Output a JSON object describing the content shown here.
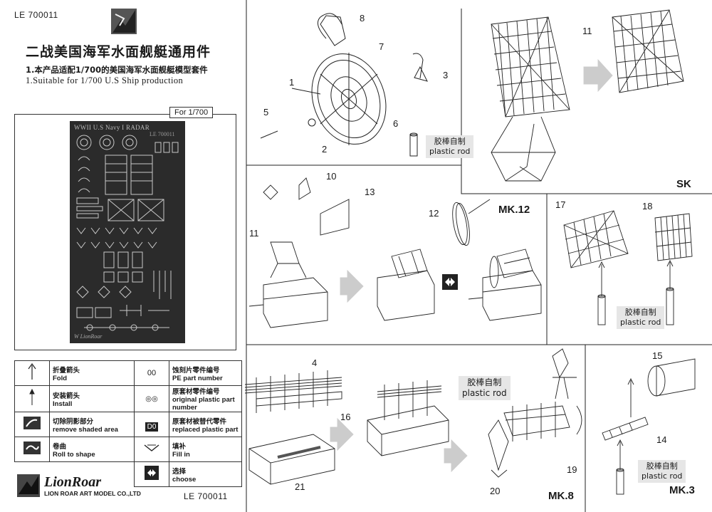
{
  "header": {
    "code_top": "LE 700011",
    "title_cn": "二战美国海军水面舰艇通用件",
    "line1_cn": "1.本产品适配1/700的美国海军水面舰艇模型套件",
    "line2_en": "1.Suitable for  1/700  U.S Ship  production"
  },
  "fret": {
    "scale_label": "For  1/700",
    "fret_title": "WWII  U.S  Navy  I   RADAR",
    "fret_code": "LE 700011",
    "fret_brand": "W LionRoar"
  },
  "legend": [
    {
      "icon": "fold-arrow-icon",
      "cn": "折叠箭头",
      "en": "Fold"
    },
    {
      "icon": "install-arrow-icon",
      "cn": "安装箭头",
      "en": "Install"
    },
    {
      "icon": "remove-area-icon",
      "cn": "切除阴影部分",
      "en": "remove shaded area"
    },
    {
      "icon": "roll-shape-icon",
      "cn": "卷曲",
      "en": "Roll to shape"
    }
  ],
  "legend_right": [
    {
      "symbol": "00",
      "cn": "蚀刻片零件编号",
      "en": "PE part number"
    },
    {
      "symbol": "◎◎",
      "cn": "原套材零件编号",
      "en": "original plastic part number"
    },
    {
      "symbol": "D0",
      "cn": "原套材被替代零件",
      "en": "replaced plastic part"
    },
    {
      "symbol": "",
      "cn": "填补",
      "en": "Fill in"
    },
    {
      "symbol": "",
      "cn": "选择",
      "en": "choose"
    }
  ],
  "brand": {
    "name": "LionRoar",
    "company": "LION ROAR ART MODEL CO.,LTD",
    "code_bottom": "LE 700011"
  },
  "rod_label": {
    "cn": "胶棒自制",
    "en": "plastic rod"
  },
  "part_numbers": {
    "p1": "1",
    "p2": "2",
    "p3": "3",
    "p4": "4",
    "p5": "5",
    "p6": "6",
    "p7": "7",
    "p8": "8",
    "p10": "10",
    "p11a": "11",
    "p11b": "11",
    "p12": "12",
    "p13": "13",
    "p14": "14",
    "p15": "15",
    "p16": "16",
    "p17": "17",
    "p18": "18",
    "p19": "19",
    "p20": "20",
    "p21": "21"
  },
  "sections": {
    "sk": "SK",
    "mk12": "MK.12",
    "mk8": "MK.8",
    "mk3": "MK.3"
  }
}
